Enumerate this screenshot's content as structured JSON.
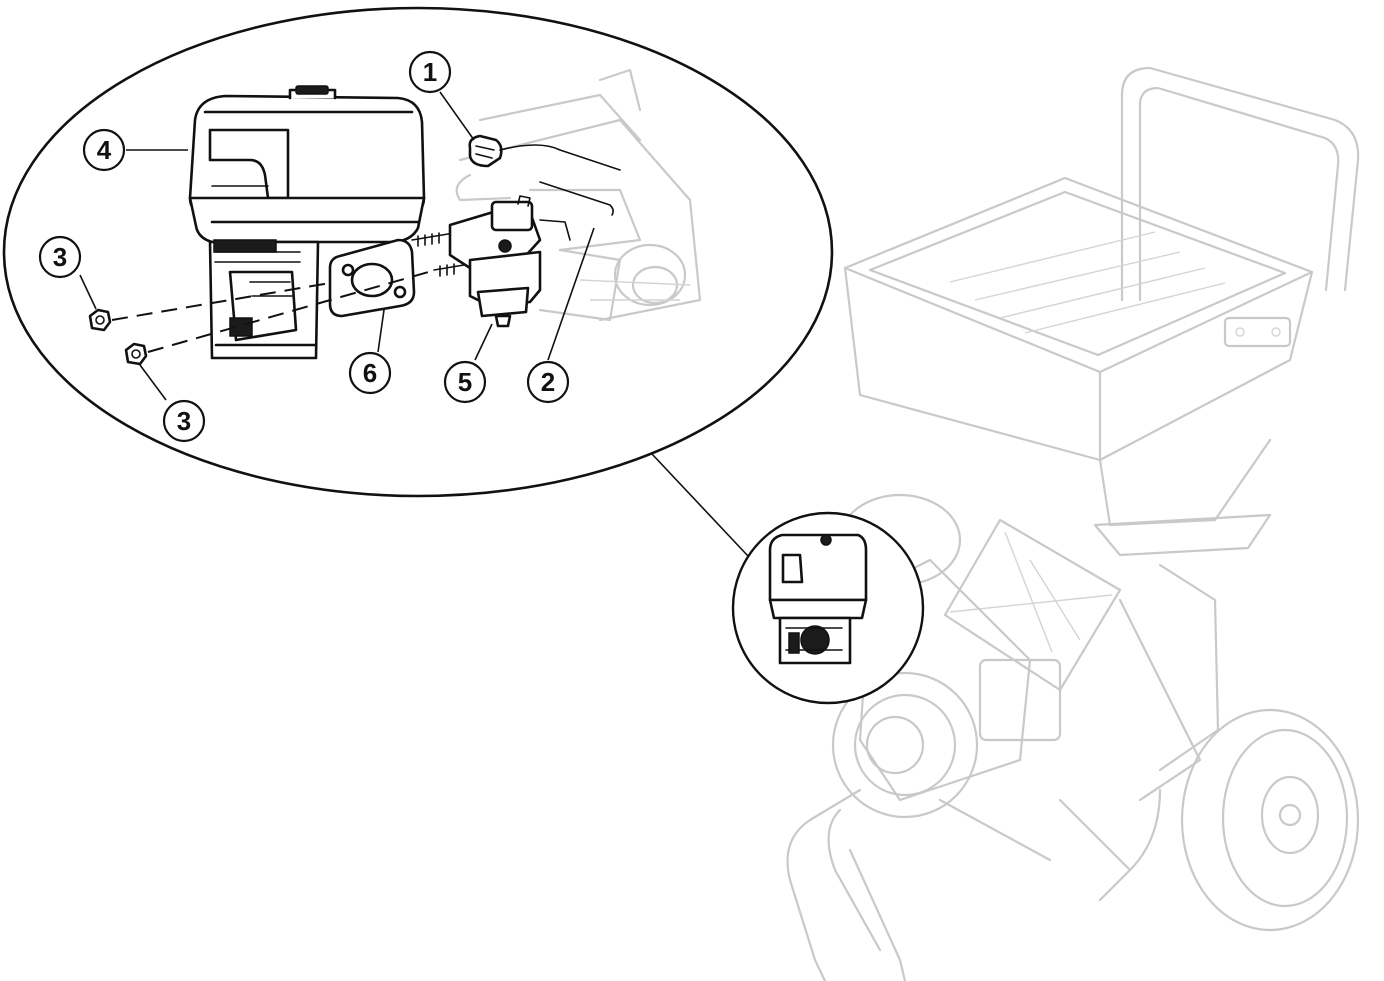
{
  "callouts": [
    {
      "id": "c1",
      "label": "1"
    },
    {
      "id": "c2",
      "label": "2"
    },
    {
      "id": "c3a",
      "label": "3"
    },
    {
      "id": "c3b",
      "label": "3"
    },
    {
      "id": "c4",
      "label": "4"
    },
    {
      "id": "c5",
      "label": "5"
    },
    {
      "id": "c6",
      "label": "6"
    }
  ]
}
